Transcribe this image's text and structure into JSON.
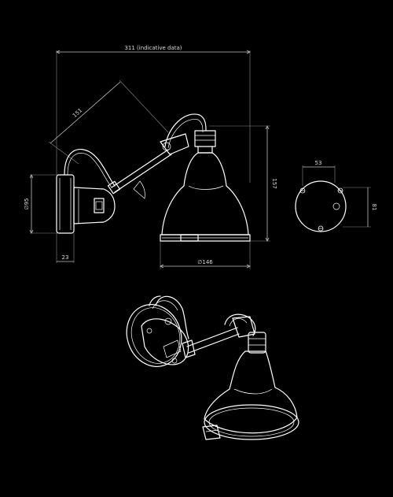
{
  "dimensions": {
    "width_overall": "311 (indicative data)",
    "arm_length": "151",
    "height": "157",
    "shade_diameter": "146",
    "base_diameter": "95",
    "base_depth": "23",
    "plate_width": "53",
    "plate_height": "81"
  },
  "colors": {
    "background": "#000000",
    "line": "#ffffff",
    "dimension": "#bfbfbf"
  }
}
